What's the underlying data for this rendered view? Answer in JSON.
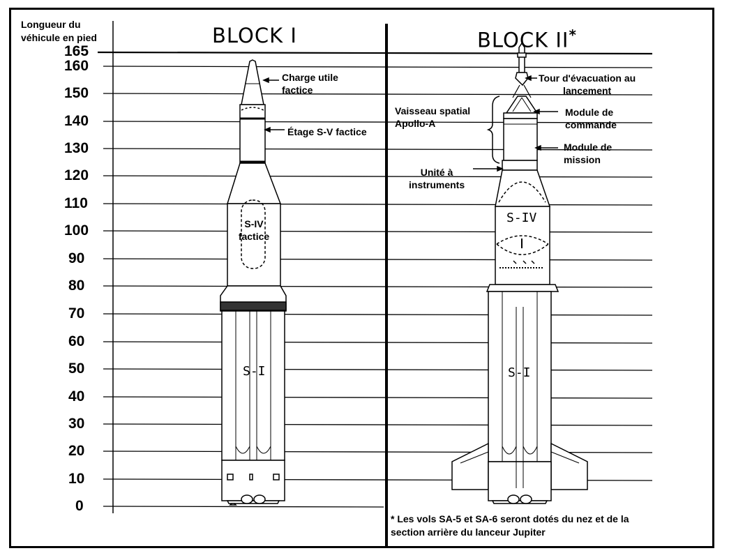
{
  "axis": {
    "title": "Longueur du\nvéhicule en pied",
    "ticks": [
      "165",
      "160",
      "150",
      "140",
      "130",
      "120",
      "110",
      "100",
      "90",
      "80",
      "70",
      "60",
      "50",
      "40",
      "30",
      "20",
      "10",
      "0"
    ],
    "unit": "pied"
  },
  "block1": {
    "title": "BLOCK I",
    "labels": {
      "payload": "Charge utile\nfactice",
      "sv": "Étage S-V factice",
      "siv": "S-IV\nfactice",
      "si": "S-I"
    }
  },
  "block2": {
    "title": "BLOCK II",
    "title_mark": "*",
    "labels": {
      "escape": "Tour d'évacuation au\nlancement",
      "spacecraft": "Vaisseau spatial\nApollo-A",
      "command": "Module de\ncommande",
      "service": "Module de\nmission",
      "iu": "Unité à\ninstruments",
      "siv": "S-IV",
      "si": "S-I"
    }
  },
  "footnote": "* Les vols SA-5 et SA-6 seront dotés du nez et de la\nsection arrière du lanceur Jupiter"
}
